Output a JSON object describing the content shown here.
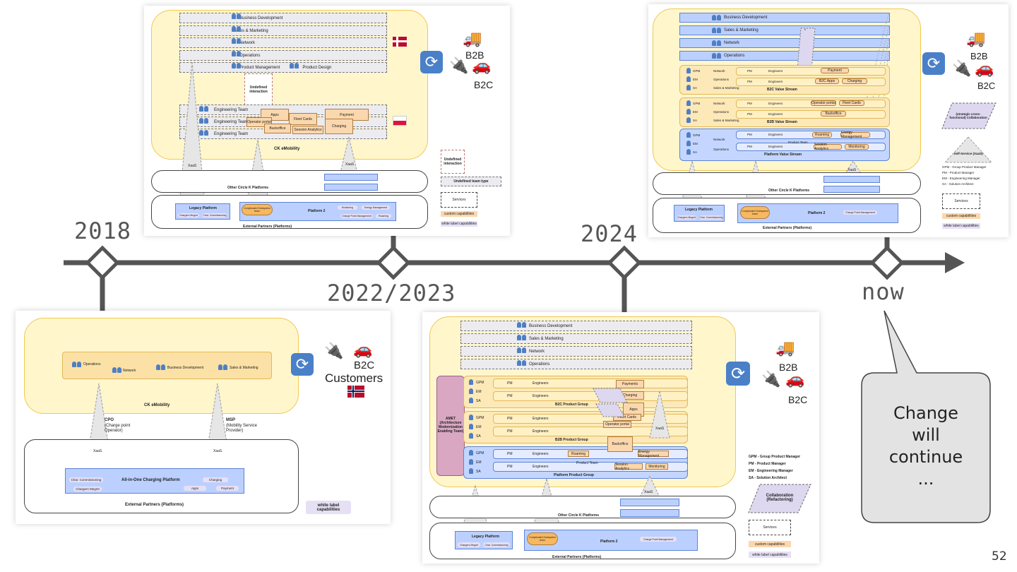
{
  "timeline": {
    "labels": [
      "2018",
      "2022/2023",
      "2024",
      "now"
    ],
    "bubble_lines": [
      "Change",
      "will",
      "continue",
      "..."
    ],
    "page_number": "52",
    "accent_color": "#555555"
  },
  "panel_2018": {
    "top_teams": [
      "Operations",
      "Network",
      "Business Development",
      "Sales & Marketing"
    ],
    "org_label": "CK eMobility",
    "cpo_title": "CPO",
    "cpo_desc": "(Charge point Operator)",
    "msp_title": "MSP",
    "msp_desc": "(Mobility Service Provider)",
    "xaas": "XaaS",
    "platform": "All-in-One Charging Platform",
    "caps": [
      "Char. Commissioning",
      "Chargers Mngmt",
      "Charging",
      "Apps",
      "Payment"
    ],
    "partners": "External Partners (Platforms)",
    "legend_white": "white label capabilities",
    "segment": "B2C",
    "customers": "Customers"
  },
  "panel_2022": {
    "teams": [
      "Business Development",
      "Sales & Marketing",
      "Network",
      "Operations",
      "Product Management",
      "Product Design"
    ],
    "undefined_interaction": "Undefined interaction",
    "eng_teams": [
      "Engineering Team",
      "Engineering Team",
      "Engineering Team"
    ],
    "caps": [
      "Apps",
      "Fleet Cards",
      "Payment",
      "Operator portal",
      "Backoffice",
      "Charging",
      "Session Analytics"
    ],
    "org_label": "CK eMobility",
    "xaas": "XaaS",
    "other_platforms": "Other Circle K Platforms",
    "legacy": "Legacy Platform",
    "legacy_caps": [
      "Chargers Mngmt",
      "Char. Commissioning"
    ],
    "subsystem": "Complicated Subsystem team",
    "platform2": "Platform 2",
    "p2_caps": [
      "Monitoring",
      "Energy Management",
      "Charge Point Management",
      "Roaming"
    ],
    "partners": "External Partners (Platforms)",
    "legend": [
      "Undefined interaction",
      "Undefined team type",
      "Services",
      "custom capabilities",
      "white label capabilities"
    ],
    "b2b": "B2B",
    "b2c": "B2C"
  },
  "panel_2024": {
    "teams": [
      "Business Development",
      "Sales & Marketing",
      "Network",
      "Operations"
    ],
    "amet": "AMET (Architecture Modernization Enabling Team)",
    "roles": [
      "GPM",
      "EM",
      "SA"
    ],
    "pm": "PM",
    "engineers": "Engineers",
    "product_team": "Product Team",
    "groups": [
      "B2C Product Group",
      "B2B Product Group",
      "Platform Product Group"
    ],
    "caps": [
      "Payments",
      "Charging",
      "Apps",
      "Fleet Cards",
      "Operator portal",
      "Backoffice",
      "Roaming",
      "Energy Management",
      "Session Analytics",
      "Monitoring"
    ],
    "xaas": "XaaS",
    "other_platforms": "Other Circle K Platforms",
    "legacy": "Legacy Platform",
    "legacy_caps": [
      "Chargers Mngmt",
      "Char. Commissioning"
    ],
    "subsystem": "Complicated Subsystem team",
    "platform2": "Platform 2",
    "p2_caps": [
      "Charge Point Management"
    ],
    "partners": "External Partners (Platforms)",
    "legend_roles": [
      "GPM - Group Product Manager",
      "PM - Product Manager",
      "EM - Engineering Manager",
      "SA - Solution Architect"
    ],
    "collab": "Collaboration (Refactoring)",
    "legend": [
      "Services",
      "custom capabilities",
      "white label capabilities"
    ],
    "b2b": "B2B",
    "b2c": "B2C"
  },
  "panel_now": {
    "teams": [
      "Business Development",
      "Sales & Marketing",
      "Network",
      "Operations"
    ],
    "roles": [
      "GPM",
      "EM",
      "SA"
    ],
    "stream_teams": [
      "Network",
      "Operations",
      "Sales & Marketing"
    ],
    "pm": "PM",
    "engineers": "Engineers",
    "product_team": "Product Team",
    "streams": [
      "B2C Value Stream",
      "B2B Value Stream",
      "Platform Value Stream"
    ],
    "caps": [
      "Payment",
      "B2C Apps",
      "Charging",
      "Operator portal",
      "Fleet Cards",
      "Backoffice",
      "Roaming",
      "Energy Management",
      "Session Analytics",
      "Monitoring"
    ],
    "star": "*",
    "xaas": "XaaS",
    "other_platforms": "Other Circle K Platforms",
    "legacy": "Legacy Platform",
    "legacy_caps": [
      "Chargers Mngmt",
      "Char. Commissioning"
    ],
    "subsystem": "Complicated Subsystem team",
    "platform2": "Platform 2",
    "p2_caps": [
      "Charge Point Management"
    ],
    "partners": "External Partners (Platforms)",
    "strategic": "(strategic cross-functional) Collaboration",
    "self_service": "Self-Service (XaaS)",
    "legend_roles": [
      "GPM - Group Product Manager",
      "PM - Product Manager",
      "EM - Engineering Manager",
      "SA - Solution Architect"
    ],
    "legend": [
      "Services",
      "custom capabilities",
      "white label capabilities"
    ],
    "b2b": "B2B",
    "b2c": "B2C"
  }
}
